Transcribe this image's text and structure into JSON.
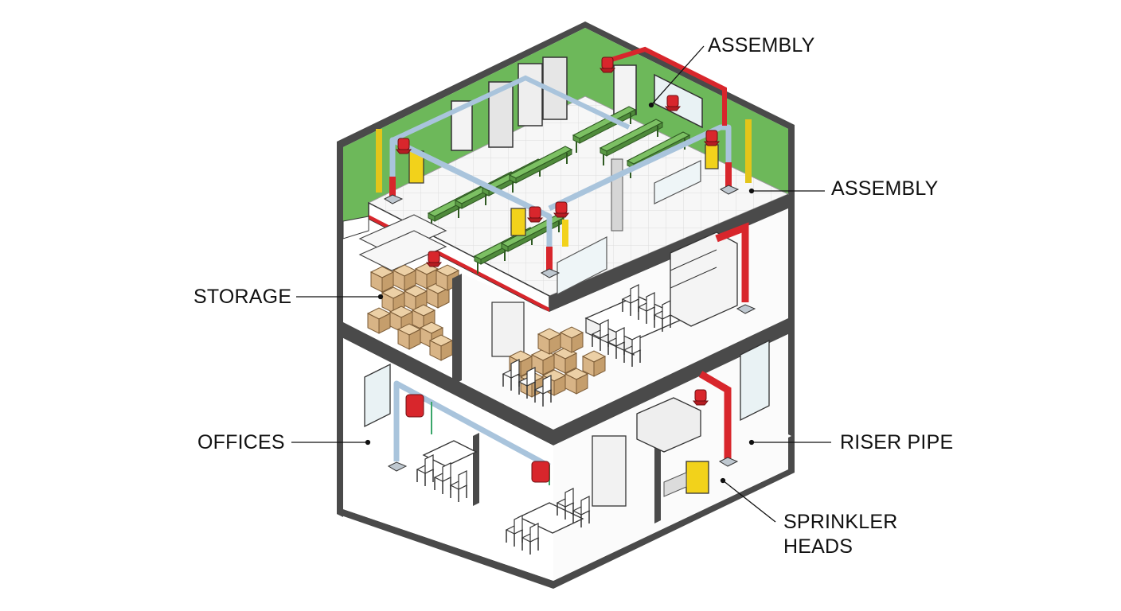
{
  "callouts": {
    "assembly_top": "ASSEMBLY",
    "assembly_right": "ASSEMBLY",
    "storage": "STORAGE",
    "offices": "OFFICES",
    "riser_pipe": "RISER PIPE",
    "sprinkler_heads": "SPRINKLER HEADS"
  },
  "colors": {
    "wall_dark": "#4a4a4a",
    "wall_green": "#6db85a",
    "riser_red": "#d8262c",
    "branch_pipe_blue": "#a9c4dc",
    "bench_green": "#6aaa52",
    "box_tan": "#d8b486",
    "alarm_yellow": "#f2d21b"
  }
}
